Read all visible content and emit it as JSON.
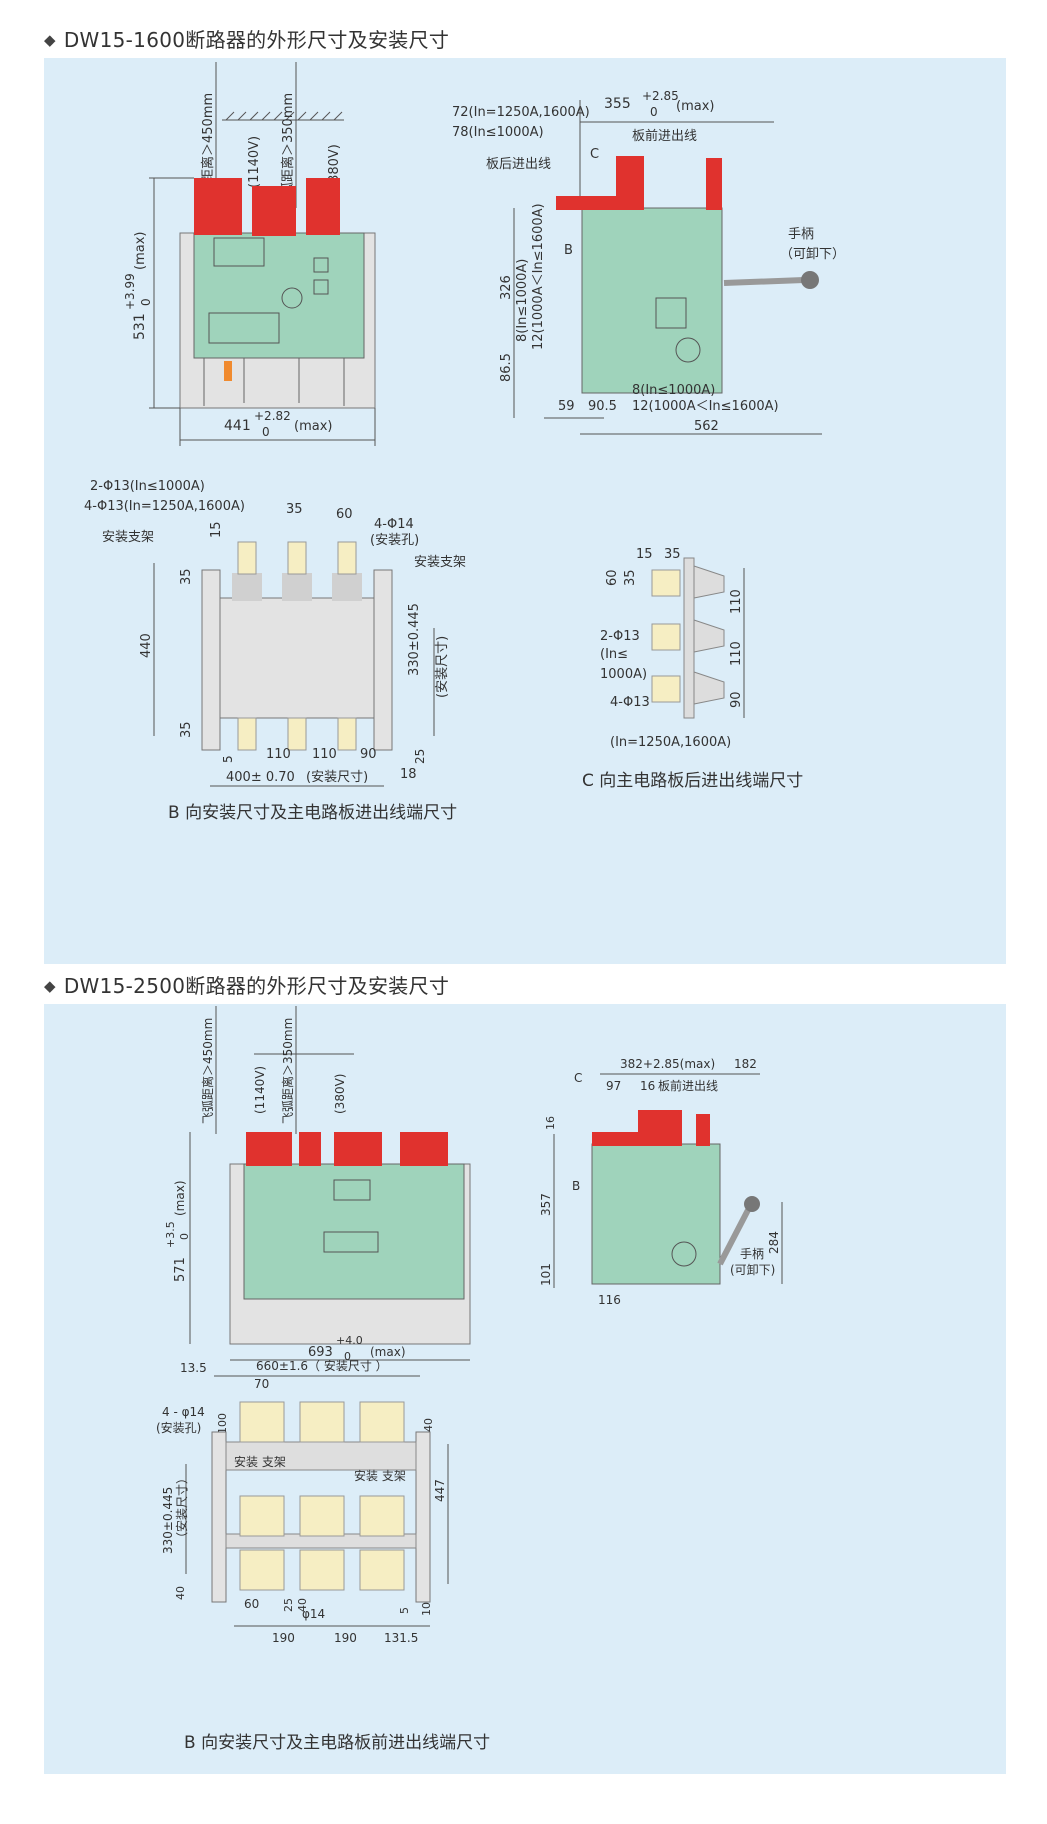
{
  "colors": {
    "panel": "#dcedf8",
    "body": "#9fd3bb",
    "red": "#e0322e",
    "frame": "#e3e3e3",
    "terminal": "#f6eec3",
    "line": "#555555"
  },
  "section1": {
    "title": "DW15-1600断路器的外形尺寸及安装尺寸",
    "front": {
      "arc1": "飞弧距离＞450mm",
      "arc1v": "(1140V)",
      "arc2": "飞弧距离＞350mm",
      "arc2v": "(380V)",
      "height": "531",
      "height_tol_up": "+3.99",
      "height_tol_dn": "0",
      "height_max": "(max)",
      "width": "441",
      "width_tol_up": "+2.82",
      "width_tol_dn": "0",
      "width_max": "(max)"
    },
    "side": {
      "l1": "72(In=1250A,1600A)",
      "l2": "78(In≤1000A)",
      "top_dim": "355",
      "top_tol_up": "+2.85",
      "top_tol_dn": "0",
      "top_max": "(max)",
      "c": "C",
      "front_in": "板前进出线",
      "rear_in": "板后进出线",
      "b": "B",
      "handle": "手柄",
      "handle2": "（可卸下）",
      "v326": "326",
      "v8": "8(In≤1000A)",
      "v12": "12(1000A＜In≤1600A)",
      "v86": "86.5",
      "h59": "59",
      "h90": "90.5",
      "b8": "8(In≤1000A)",
      "b12": "12(1000A＜In≤1600A)",
      "w562": "562"
    },
    "bview": {
      "h1": "2-Φ13(In≤1000A)",
      "h2": "4-Φ13(In=1250A,1600A)",
      "d35": "35",
      "d60": "60",
      "phi14": "4-Φ14",
      "phi14b": "(安装孔)",
      "bracket_l": "安装支架",
      "bracket_r": "安装支架",
      "d15": "15",
      "d35v": "35",
      "d440": "440",
      "d35b": "35",
      "d330": "330±0.445",
      "d330b": "(安装尺寸)",
      "d5": "5",
      "d110a": "110",
      "d110b": "110",
      "d90": "90",
      "d400": "400± 0.70",
      "d400b": "(安装尺寸)",
      "d18": "18",
      "d25": "25",
      "caption": "B 向安装尺寸及主电路板进出线端尺寸"
    },
    "cview": {
      "d15": "15",
      "d35": "35",
      "d60": "60",
      "d35v": "35",
      "d110a": "110",
      "d110b": "110",
      "d90": "90",
      "h1": "2-Φ13",
      "h2": "(In≤",
      "h3": "1000A)",
      "h4": "4-Φ13",
      "h5": "(In=1250A,1600A)",
      "caption": "C 向主电路板后进出线端尺寸"
    }
  },
  "section2": {
    "title": "DW15-2500断路器的外形尺寸及安装尺寸",
    "front": {
      "arc1": "飞弧距离＞450mm",
      "arc1v": "(1140V)",
      "arc2": "飞弧距离＞350mm",
      "arc2v": "(380V)",
      "height": "571",
      "height_tol_up": "+3.5",
      "height_tol_dn": "0",
      "height_max": "(max)",
      "width": "693",
      "width_tol_up": "+4.0",
      "width_tol_dn": "0",
      "width_max": "(max)"
    },
    "side": {
      "top": "382+2.85(max)",
      "d182": "182",
      "c": "C",
      "d97": "97",
      "d16": "16",
      "front_in": "板前进出线",
      "v16": "16",
      "b": "B",
      "v357": "357",
      "v101": "101",
      "v284": "284",
      "h116": "116",
      "handle": "手柄",
      "handle2": "(可卸下)"
    },
    "bview": {
      "d13": "13.5",
      "d660": "660±1.6（ 安装尺寸 ）",
      "d70": "70",
      "d100": "100",
      "d40": "40",
      "phi": "4 - φ14",
      "phi2": "(安装孔)",
      "bracket1": "安装 支架",
      "bracket2": "安装 支架",
      "d447": "447",
      "d330": "330±0.445",
      "d330b": "（安装尺寸）",
      "d40b": "40",
      "d60": "60",
      "d25": "25",
      "d40c": "40",
      "phi14": "φ14",
      "d5": "5",
      "d10": "10",
      "d190a": "190",
      "d190b": "190",
      "d131": "131.5",
      "caption": "B 向安装尺寸及主电路板前进出线端尺寸"
    }
  }
}
